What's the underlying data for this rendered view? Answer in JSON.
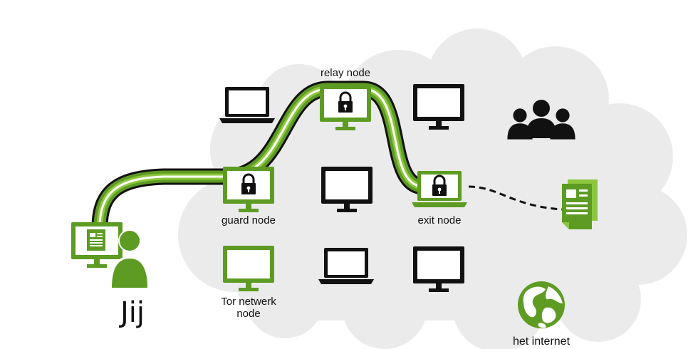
{
  "labels": {
    "relay": "relay node",
    "guard": "guard node",
    "exit": "exit node",
    "tor_line1": "Tor netwerk",
    "tor_line2": "node",
    "you": "Jij",
    "internet": "het internet"
  },
  "colors": {
    "green": "#5d9b23",
    "green_light": "#8cc63f",
    "dark": "#111111",
    "cloud": "#ebebeb"
  },
  "icons": [
    "lock-icon",
    "document-icon",
    "person-icon",
    "group-icon",
    "globe-icon",
    "laptop-icon",
    "monitor-icon"
  ]
}
